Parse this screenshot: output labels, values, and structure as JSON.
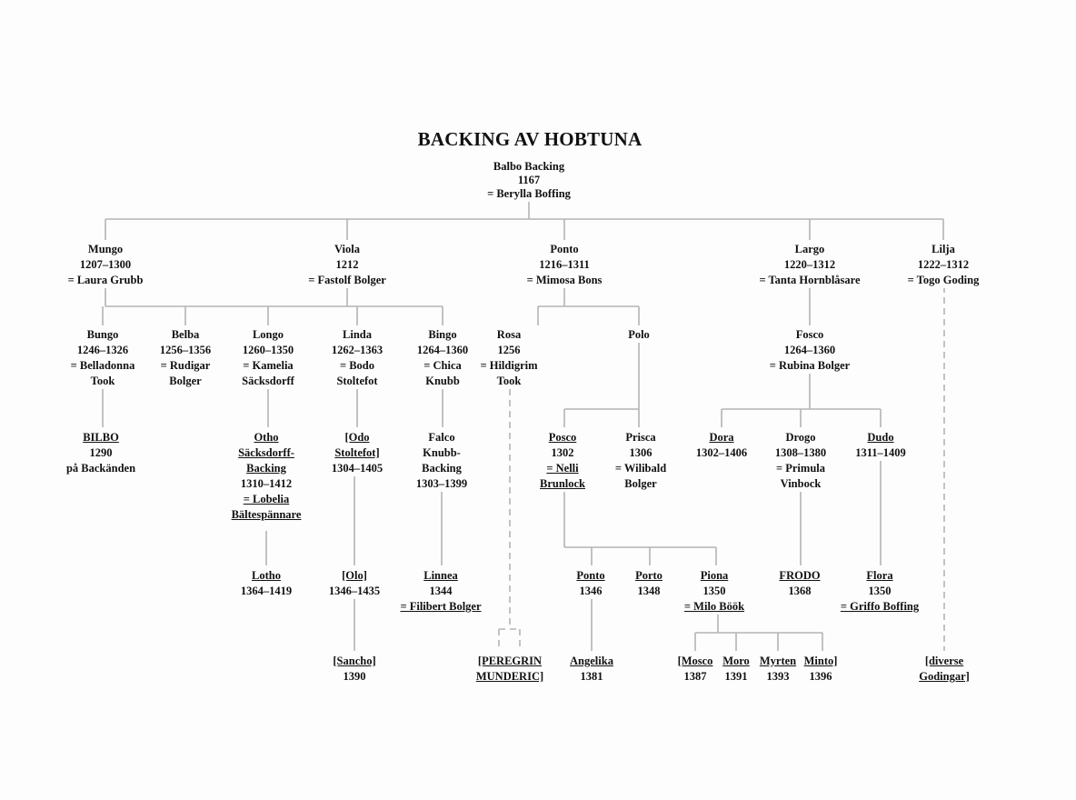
{
  "title": "BACKING AV HOBTUNA",
  "nodes": [
    {
      "id": "balbo",
      "lines": [
        "Balbo Backing",
        "1167",
        "= Berylla Boffing"
      ]
    },
    {
      "id": "mungo",
      "lines": [
        "Mungo",
        "1207–1300",
        "= Laura Grubb"
      ]
    },
    {
      "id": "viola",
      "lines": [
        "Viola",
        "1212",
        "= Fastolf Bolger"
      ]
    },
    {
      "id": "ponto1",
      "lines": [
        "Ponto",
        "1216–1311",
        "= Mimosa Bons"
      ]
    },
    {
      "id": "largo",
      "lines": [
        "Largo",
        "1220–1312",
        "= Tanta Hornblåsare"
      ]
    },
    {
      "id": "lilja",
      "lines": [
        "Lilja",
        "1222–1312",
        "= Togo Goding"
      ]
    },
    {
      "id": "bungo",
      "lines": [
        "Bungo",
        "1246–1326",
        "= Belladonna",
        "Took"
      ]
    },
    {
      "id": "belba",
      "lines": [
        "Belba",
        "1256–1356",
        "= Rudigar",
        "Bolger"
      ]
    },
    {
      "id": "longo",
      "lines": [
        "Longo",
        "1260–1350",
        "= Kamelia",
        "Säcksdorff"
      ]
    },
    {
      "id": "linda",
      "lines": [
        "Linda",
        "1262–1363",
        "= Bodo",
        "Stoltefot"
      ]
    },
    {
      "id": "bingo",
      "lines": [
        "Bingo",
        "1264–1360",
        "= Chica",
        "Knubb"
      ]
    },
    {
      "id": "rosa",
      "lines": [
        "Rosa",
        "1256",
        "= Hildigrim",
        "Took"
      ]
    },
    {
      "id": "polo",
      "lines": [
        "Polo"
      ]
    },
    {
      "id": "fosco",
      "lines": [
        "Fosco",
        "1264–1360",
        "= Rubina Bolger"
      ]
    },
    {
      "id": "bilbo",
      "lines": [
        "BILBO",
        "1290",
        "på Backänden"
      ]
    },
    {
      "id": "otho",
      "lines": [
        "Otho",
        "Säcksdorff-",
        "Backing",
        "1310–1412",
        "= Lobelia",
        "Bältespännare"
      ]
    },
    {
      "id": "odo",
      "lines": [
        "[Odo",
        "Stoltefot]",
        "1304–1405"
      ]
    },
    {
      "id": "falco",
      "lines": [
        "Falco",
        "Knubb-",
        "Backing",
        "1303–1399"
      ]
    },
    {
      "id": "posco",
      "lines": [
        "Posco",
        "1302",
        "= Nelli",
        "Brunlock"
      ]
    },
    {
      "id": "prisca",
      "lines": [
        "Prisca",
        "1306",
        "= Wilibald",
        "Bolger"
      ]
    },
    {
      "id": "dora",
      "lines": [
        "Dora",
        "1302–1406"
      ]
    },
    {
      "id": "drogo",
      "lines": [
        "Drogo",
        "1308–1380",
        "= Primula",
        "Vinbock"
      ]
    },
    {
      "id": "dudo",
      "lines": [
        "Dudo",
        "1311–1409"
      ]
    },
    {
      "id": "lotho",
      "lines": [
        "Lotho",
        "1364–1419"
      ]
    },
    {
      "id": "olo",
      "lines": [
        "[Olo]",
        "1346–1435"
      ]
    },
    {
      "id": "linnea",
      "lines": [
        "Linnea",
        "1344",
        "= Filibert Bolger"
      ]
    },
    {
      "id": "ponto2",
      "lines": [
        "Ponto",
        "1346"
      ]
    },
    {
      "id": "porto",
      "lines": [
        "Porto",
        "1348"
      ]
    },
    {
      "id": "piona",
      "lines": [
        "Piona",
        "1350",
        "= Milo Böök"
      ]
    },
    {
      "id": "frodo",
      "lines": [
        "FRODO",
        "1368"
      ]
    },
    {
      "id": "flora",
      "lines": [
        "Flora",
        "1350",
        "= Griffo Boffing"
      ]
    },
    {
      "id": "sancho",
      "lines": [
        "[Sancho]",
        "1390"
      ]
    },
    {
      "id": "peregrin",
      "lines": [
        "[PEREGRIN",
        "MUNDERIC]"
      ]
    },
    {
      "id": "angelika",
      "lines": [
        "Angelika",
        "1381"
      ]
    },
    {
      "id": "mosco",
      "lines": [
        "[Mosco",
        "1387"
      ]
    },
    {
      "id": "moro",
      "lines": [
        "Moro",
        "1391"
      ]
    },
    {
      "id": "myrten",
      "lines": [
        "Myrten",
        "1393"
      ]
    },
    {
      "id": "minto",
      "lines": [
        "Minto]",
        "1396"
      ]
    },
    {
      "id": "diverse",
      "lines": [
        "[diverse",
        "Godingar]"
      ]
    }
  ]
}
